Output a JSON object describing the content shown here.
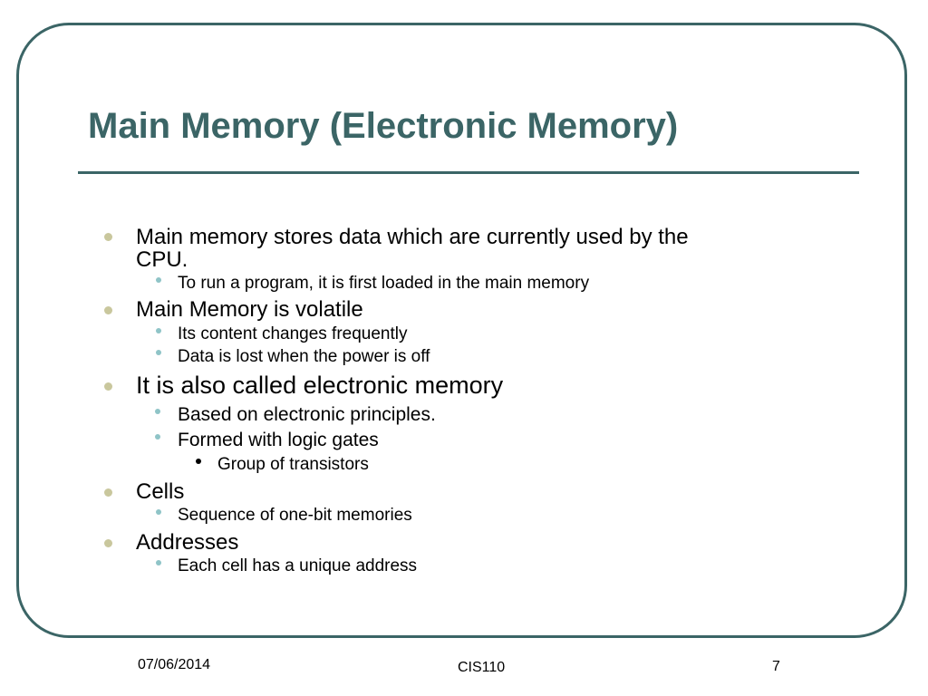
{
  "slide": {
    "title": "Main Memory (Electronic Memory)",
    "bullets": [
      {
        "text": "Main memory stores data which are currently used by the",
        "text_cont": "CPU."
      },
      {
        "text": "To run a program, it is first loaded in the main memory"
      },
      {
        "text": "Main Memory is volatile"
      },
      {
        "text": "Its content changes frequently"
      },
      {
        "text": "Data is lost when the power is off"
      },
      {
        "text": "It is also called electronic memory"
      },
      {
        "text": "Based on electronic principles."
      },
      {
        "text": "Formed with logic gates"
      },
      {
        "text": "Group of transistors"
      },
      {
        "text": "Cells"
      },
      {
        "text": "Sequence of one-bit memories"
      },
      {
        "text": "Addresses"
      },
      {
        "text": "Each cell has a unique address"
      }
    ]
  },
  "footer": {
    "date": "07/06/2014",
    "course": "CIS110",
    "page_number": "7"
  },
  "colors": {
    "accent": "#3b6566",
    "bullet_level1": "#c9c79d",
    "bullet_level2": "#8fc4c7"
  }
}
